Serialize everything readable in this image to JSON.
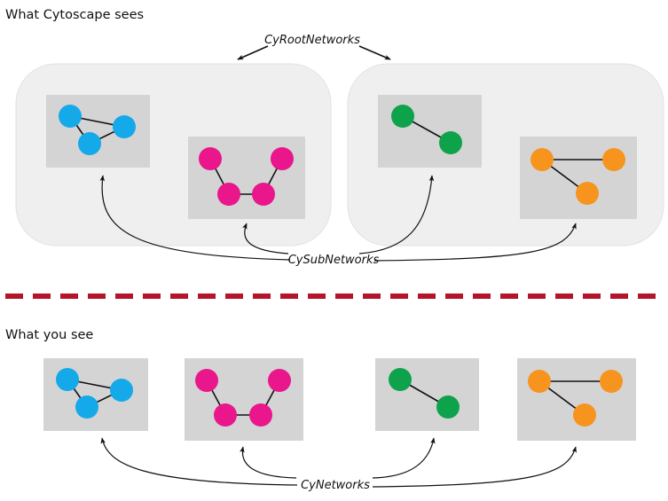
{
  "headings": {
    "top": "What Cytoscape sees",
    "bottom": "What you see"
  },
  "labels": {
    "root_networks": "CyRootNetworks",
    "sub_networks": "CySubNetworks",
    "networks": "CyNetworks"
  },
  "colors": {
    "blue": "#14a9e9",
    "magenta": "#e9168c",
    "green": "#0ea24b",
    "orange": "#f7941d",
    "separator": "#b5152b",
    "root_background": "#efefef",
    "network_background": "#d4d4d4"
  },
  "networks": [
    {
      "id": "blue",
      "node_color": "blue",
      "nodes": 3,
      "edges": 3
    },
    {
      "id": "magenta",
      "node_color": "magenta",
      "nodes": 4,
      "edges": 3
    },
    {
      "id": "green",
      "node_color": "green",
      "nodes": 2,
      "edges": 1
    },
    {
      "id": "orange",
      "node_color": "orange",
      "nodes": 3,
      "edges": 2
    }
  ]
}
